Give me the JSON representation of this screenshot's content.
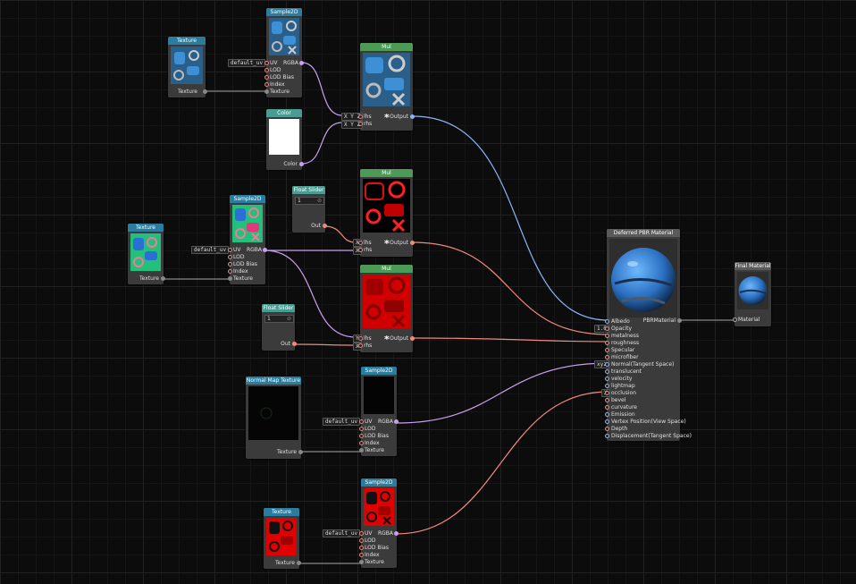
{
  "nodes": {
    "texture1": {
      "title": "Texture",
      "out": "Texture"
    },
    "sample1": {
      "title": "Sample2D",
      "uv_default": "default_uv",
      "inputs": [
        "UV",
        "LOD",
        "LOD Bias",
        "Index",
        "Texture"
      ],
      "output": "RGBA"
    },
    "color1": {
      "title": "Color",
      "out": "Color"
    },
    "mul1": {
      "title": "Mul",
      "in_tags": [
        "X Y Z",
        "X Y Z"
      ],
      "inputs": [
        "lhs",
        "rhs"
      ],
      "op": "*",
      "output": "Output"
    },
    "texture2": {
      "title": "Texture",
      "out": "Texture"
    },
    "sample2": {
      "title": "Sample2D",
      "uv_default": "default_uv",
      "inputs": [
        "UV",
        "LOD",
        "LOD Bias",
        "Index",
        "Texture"
      ],
      "output": "RGBA"
    },
    "slider1": {
      "title": "Float Slider",
      "value": "1",
      "out": "Out"
    },
    "mul2": {
      "title": "Mul",
      "in_tags": [
        "X",
        "X"
      ],
      "inputs": [
        "lhs",
        "rhs"
      ],
      "op": "*",
      "output": "Output"
    },
    "slider2": {
      "title": "Float Slider",
      "value": "1",
      "out": "Out"
    },
    "mul3": {
      "title": "Mul",
      "in_tags": [
        "Y",
        "X"
      ],
      "inputs": [
        "lhs",
        "rhs"
      ],
      "op": "*",
      "output": "Output"
    },
    "normaltex": {
      "title": "Normal Map Texture",
      "out": "Texture"
    },
    "sample3": {
      "title": "Sample2D",
      "uv_default": "default_uv",
      "inputs": [
        "UV",
        "LOD",
        "LOD Bias",
        "Index",
        "Texture"
      ],
      "output": "RGBA"
    },
    "texture4": {
      "title": "Texture",
      "out": "Texture"
    },
    "sample4": {
      "title": "Sample2D",
      "uv_default": "default_uv",
      "inputs": [
        "UV",
        "LOD",
        "LOD Bias",
        "Index",
        "Texture"
      ],
      "output": "RGBA"
    },
    "pbr": {
      "title": "Deferred PBR Material",
      "output": "PBRMaterial",
      "opacity_default": "1.0",
      "normal_default": "xyz",
      "occlusion_default": "X",
      "inputs": [
        "Albedo",
        "Opacity",
        "metalness",
        "roughness",
        "Specular",
        "microfiber",
        "Normal(Tangent Space)",
        "translucent",
        "velocity",
        "lightmap",
        "occlusion",
        "bevel",
        "curvature",
        "Emission",
        "Vertex Position(View Space)",
        "Depth",
        "Displacement(Tangent Space)"
      ]
    },
    "final": {
      "title": "Final Material",
      "input": "Material"
    }
  },
  "colors": {
    "texture_header": "#2a7d9e",
    "value_header": "#4a9c92",
    "mul_header": "#4b9a55",
    "wire_rgba": "#c9a0f0",
    "wire_vector": "#8ab4f8",
    "wire_float": "#f08a80",
    "wire_texture": "#888888"
  }
}
